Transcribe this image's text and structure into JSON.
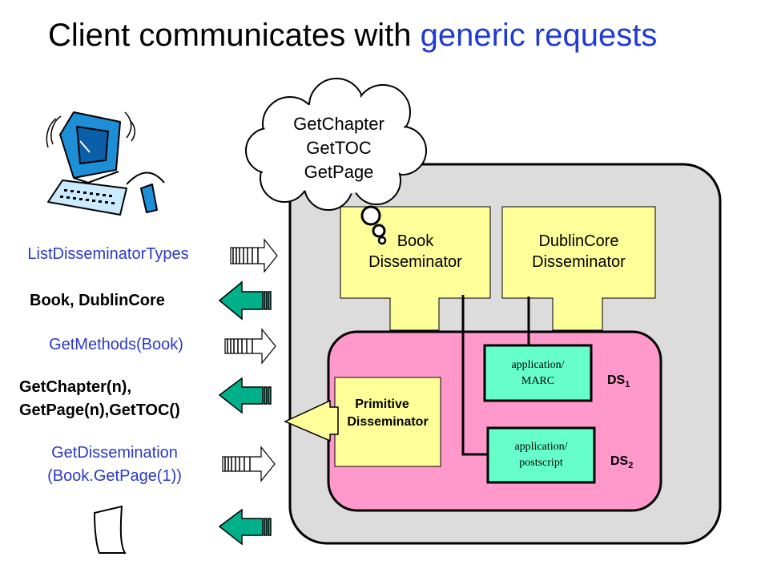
{
  "title": {
    "main": "Client communicates with ",
    "accent": "generic requests"
  },
  "thought": {
    "lines": [
      "GetChapter",
      "GetTOC",
      "GetPage"
    ]
  },
  "messages": {
    "list_types": "ListDisseminatorTypes",
    "types_response": "Book, DublinCore",
    "get_methods": "GetMethods(Book)",
    "methods_response_line1": "GetChapter(n),",
    "methods_response_line2": "GetPage(n),GetTOC()",
    "get_dissemination_line1": "GetDissemination",
    "get_dissemination_line2": "(Book.GetPage(1))"
  },
  "disseminators": {
    "book": {
      "line1": "Book",
      "line2": "Disseminator"
    },
    "dublincore": {
      "line1": "DublinCore",
      "line2": "Disseminator"
    },
    "primitive": {
      "line1": "Primitive",
      "line2": "Disseminator"
    }
  },
  "datastreams": {
    "marc": {
      "line1": "application/",
      "line2": "MARC",
      "ds": "DS",
      "sub": "1"
    },
    "postscript": {
      "line1": "application/",
      "line2": "postscript",
      "ds": "DS",
      "sub": "2"
    }
  },
  "colors": {
    "title_accent": "#1f3ad6",
    "request_text": "#2a39c8",
    "container": "#dcdcdc",
    "object": "#ff99cc",
    "disseminator": "#ffff99",
    "datastream": "#66ffcc",
    "response_arrow": "#00b08a"
  },
  "icons": {
    "client": "computer-icon",
    "document": "document-page-icon"
  }
}
